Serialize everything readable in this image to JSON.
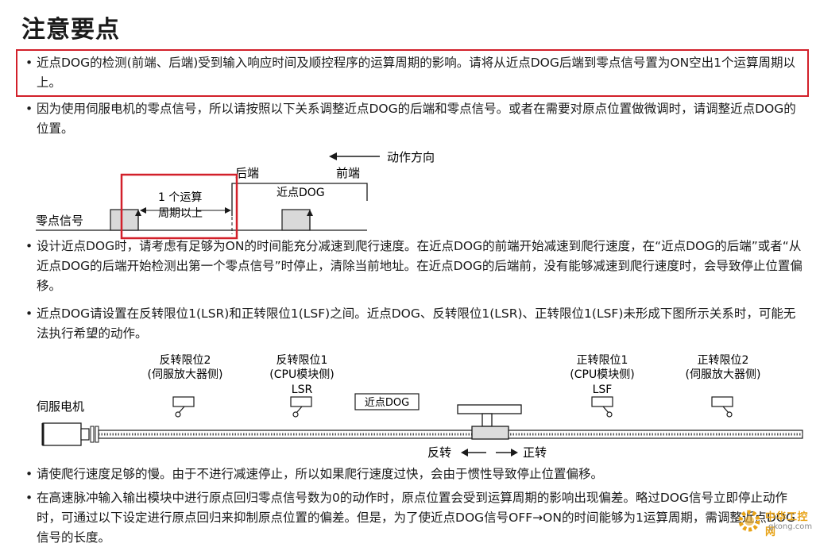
{
  "title": "注意要点",
  "bullets": [
    {
      "text": "近点DOG的检测(前端、后端)受到输入响应时间及顺控程序的运算周期的影响。请将从近点DOG后端到零点信号置为ON空出1个运算周期以上。",
      "highlighted": true
    },
    {
      "text": "因为使用伺服电机的零点信号，所以请按照以下关系调整近点DOG的后端和零点信号。或者在需要对原点位置做微调时，请调整近点DOG的位置。",
      "highlighted": false
    },
    {
      "text": "设计近点DOG时，请考虑有足够为ON的时间能充分减速到爬行速度。在近点DOG的前端开始减速到爬行速度，在“近点DOG的后端”或者“从近点DOG的后端开始检测出第一个零点信号”时停止，清除当前地址。在近点DOG的后端前，没有能够减速到爬行速度时，会导致停止位置偏移。",
      "highlighted": false
    },
    {
      "text": "近点DOG请设置在反转限位1(LSR)和正转限位1(LSF)之间。近点DOG、反转限位1(LSR)、正转限位1(LSF)未形成下图所示关系时，可能无法执行希望的动作。",
      "highlighted": false
    },
    {
      "text": "请使爬行速度足够的慢。由于不进行减速停止，所以如果爬行速度过快，会由于惯性导致停止位置偏移。",
      "highlighted": false
    },
    {
      "text": "在高速脉冲输入输出模块中进行原点回归零点信号数为0的动作时，原点位置会受到运算周期的影响出现偏差。略过DOG信号立即停止动作时，可通过以下设定进行原点回归来抑制原点位置的偏差。但是，为了使近点DOG信号OFF→ON的时间能够为1运算周期，需调整近点DOG信号的长度。",
      "highlighted": false
    }
  ],
  "bullet_symbol": "•",
  "timing_diagram": {
    "direction_label": "动作方向",
    "rear_end_label": "后端",
    "front_end_label": "前端",
    "dog_label": "近点DOG",
    "gap_label_line1": "1 个运算",
    "gap_label_line2": "周期以上",
    "zero_signal_label": "零点信号"
  },
  "limit_diagram": {
    "reverse_limit2_line1": "反转限位2",
    "reverse_limit2_line2": "(伺服放大器侧)",
    "reverse_limit1_line1": "反转限位1",
    "reverse_limit1_line2": "(CPU模块侧)",
    "lsr_label": "LSR",
    "dog_label": "近点DOG",
    "forward_limit1_line1": "正转限位1",
    "forward_limit1_line2": "(CPU模块侧)",
    "lsf_label": "LSF",
    "forward_limit2_line1": "正转限位2",
    "forward_limit2_line2": "(伺服放大器侧)",
    "servo_motor_label": "伺服电机",
    "reverse_label": "反转",
    "forward_label": "正转"
  },
  "watermark": {
    "line1": "中华工控网",
    "line2": "gkong.com"
  },
  "colors": {
    "highlight": "#d2202a",
    "text": "#1a1a1a",
    "shading": "#d9d9d9",
    "watermark": "#e8a317"
  }
}
